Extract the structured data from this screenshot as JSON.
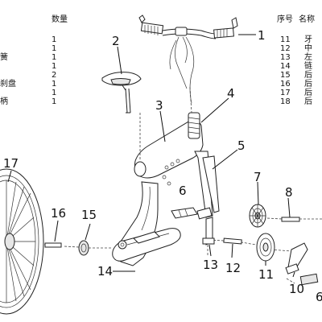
{
  "left_table": {
    "header": "数量",
    "rows": [
      {
        "name": "",
        "qty": "1"
      },
      {
        "name": "",
        "qty": "1"
      },
      {
        "name": "簧",
        "qty": "1"
      },
      {
        "name": "",
        "qty": "1"
      },
      {
        "name": "",
        "qty": "2"
      },
      {
        "name": "刹盘",
        "qty": "1"
      },
      {
        "name": "",
        "qty": "1"
      },
      {
        "name": "柄",
        "qty": "1"
      }
    ]
  },
  "right_table": {
    "header_no": "序号",
    "header_name": "名称",
    "rows": [
      {
        "no": "11",
        "name": "牙"
      },
      {
        "no": "12",
        "name": "中"
      },
      {
        "no": "13",
        "name": "左"
      },
      {
        "no": "14",
        "name": "链"
      },
      {
        "no": "15",
        "name": "后"
      },
      {
        "no": "16",
        "name": "后"
      },
      {
        "no": "17",
        "name": "后"
      },
      {
        "no": "18",
        "name": "后"
      }
    ]
  },
  "callouts": [
    "1",
    "2",
    "3",
    "4",
    "5",
    "6",
    "7",
    "8",
    "10",
    "11",
    "12",
    "13",
    "14",
    "15",
    "16",
    "17",
    "6"
  ]
}
